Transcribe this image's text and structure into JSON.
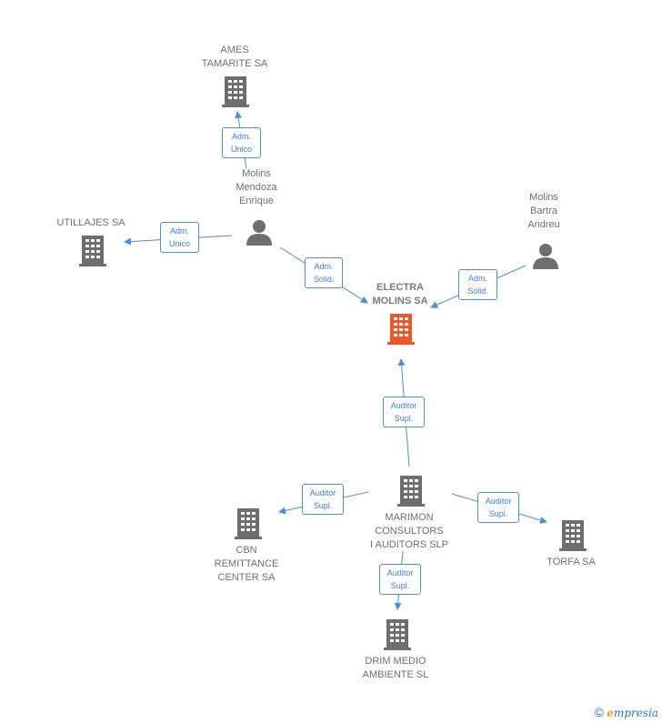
{
  "nodes": {
    "ames": {
      "label": "AMES\nTAMARITE SA",
      "type": "company"
    },
    "utillajes": {
      "label": "UTILLAJES SA",
      "type": "company"
    },
    "molins_mendoza": {
      "label": "Molins\nMendoza\nEnrique",
      "type": "person"
    },
    "molins_bartra": {
      "label": "Molins\nBartra\nAndreu",
      "type": "person"
    },
    "electra": {
      "label": "ELECTRA\nMOLINS SA",
      "type": "company-main"
    },
    "marimon": {
      "label": "MARIMON\nCONSULTORS\nI AUDITORS  SLP",
      "type": "company"
    },
    "cbn": {
      "label": "CBN\nREMITTANCE\nCENTER SA",
      "type": "company"
    },
    "torfa": {
      "label": "TORFA SA",
      "type": "company"
    },
    "drim": {
      "label": "DRIM MEDIO\nAMBIENTE SL",
      "type": "company"
    }
  },
  "edges": {
    "e1": {
      "label": "Adm.\nUnico"
    },
    "e2": {
      "label": "Adm.\nUnico"
    },
    "e3": {
      "label": "Adm.\nSolid."
    },
    "e4": {
      "label": "Adm.\nSolid."
    },
    "e5": {
      "label": "Auditor\nSupl."
    },
    "e6": {
      "label": "Auditor\nSupl."
    },
    "e7": {
      "label": "Auditor\nSupl."
    },
    "e8": {
      "label": "Auditor\nSupl."
    }
  },
  "colors": {
    "edge": "#4a8fd8",
    "icon": "#6e6e6e",
    "main": "#f0562a"
  },
  "footer": {
    "copyright": "©",
    "brand_first": "e",
    "brand_rest": "mpresia"
  }
}
